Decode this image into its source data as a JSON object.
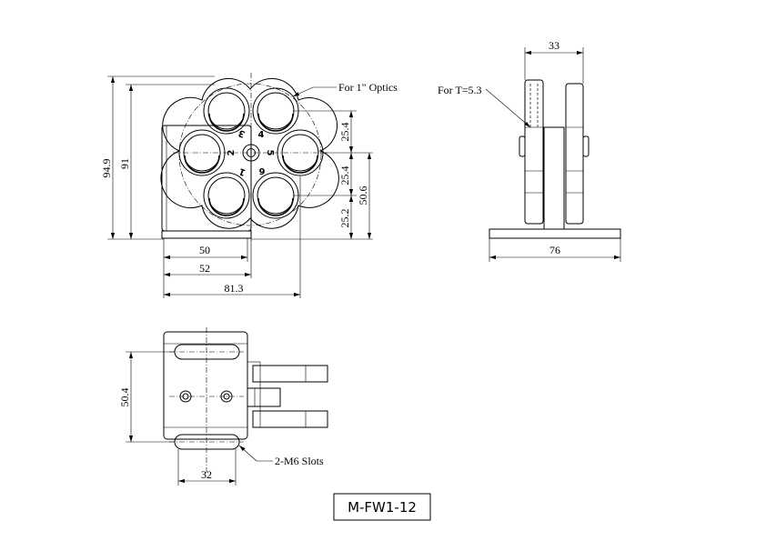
{
  "front_view": {
    "dims": {
      "w50": "50",
      "w52": "52",
      "w81": "81.3",
      "h949": "94.9",
      "h91": "91",
      "s1": "25.4",
      "s2": "25.4",
      "s3": "25.2",
      "h506": "50.6"
    },
    "note_optics": "For 1\" Optics",
    "positions": [
      "1",
      "2",
      "3",
      "4",
      "5",
      "6"
    ]
  },
  "side_view": {
    "dims": {
      "w33": "33",
      "w76": "76"
    },
    "note_thickness": "For T=5.3"
  },
  "top_view": {
    "dims": {
      "h504": "50.4",
      "w32": "32"
    },
    "note_slots": "2-M6 Slots"
  },
  "part_number": "M-FW1-12"
}
